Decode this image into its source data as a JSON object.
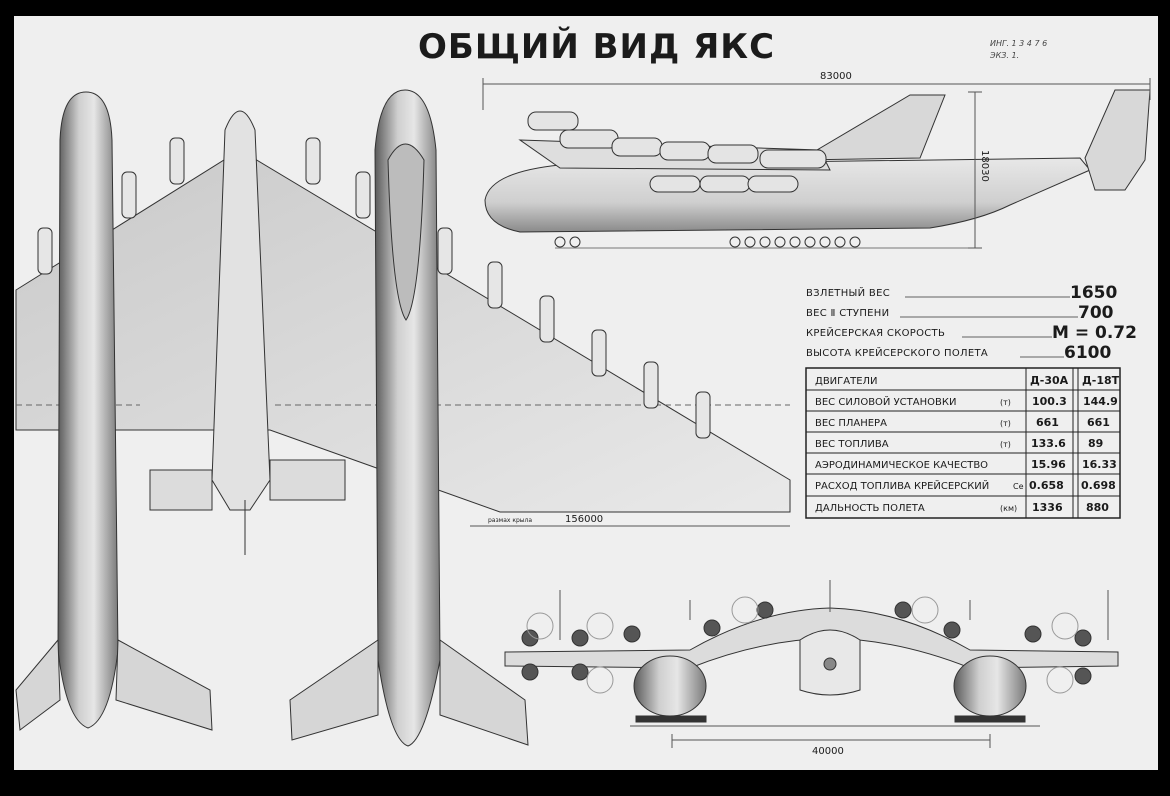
{
  "title": "ОБЩИЙ ВИД ЯКС",
  "stamp": {
    "line1": "ИНГ. 1 3 4 7 6",
    "line2": "ЭКЗ. 1."
  },
  "dimensions": {
    "length": "83000",
    "height": "18030",
    "span_label": "размах крыла",
    "span": "156000",
    "track": "40000"
  },
  "specs": [
    {
      "label": "ВЗЛЕТНЫЙ ВЕС",
      "value": "1650"
    },
    {
      "label": "ВЕС Ⅱ СТУПЕНИ",
      "value": "700"
    },
    {
      "label": "КРЕЙСЕРСКАЯ СКОРОСТЬ",
      "value": "M = 0.72"
    },
    {
      "label": "ВЫСОТА КРЕЙСЕРСКОГО ПОЛЕТА",
      "value": "6100"
    }
  ],
  "table": {
    "headers": [
      "ДВИГАТЕЛИ",
      "Д-30А",
      "Д-18Т"
    ],
    "rows": [
      {
        "label": "ВЕС СИЛОВОЙ УСТАНОВКИ",
        "unit": "(т)",
        "a": "100.3",
        "b": "144.9"
      },
      {
        "label": "ВЕС ПЛАНЕРА",
        "unit": "(т)",
        "a": "661",
        "b": "661"
      },
      {
        "label": "ВЕС ТОПЛИВА",
        "unit": "(т)",
        "a": "133.6",
        "b": "89"
      },
      {
        "label": "АЭРОДИНАМИЧЕСКОЕ КАЧЕСТВО",
        "unit": "",
        "a": "15.96",
        "b": "16.33"
      },
      {
        "label": "РАСХОД ТОПЛИВА КРЕЙСЕРСКИЙ",
        "unit": "Се",
        "a": "0.658",
        "b": "0.698"
      },
      {
        "label": "ДАЛЬНОСТЬ ПОЛЕТА",
        "unit": "(км)",
        "a": "1336",
        "b": "880"
      }
    ]
  }
}
